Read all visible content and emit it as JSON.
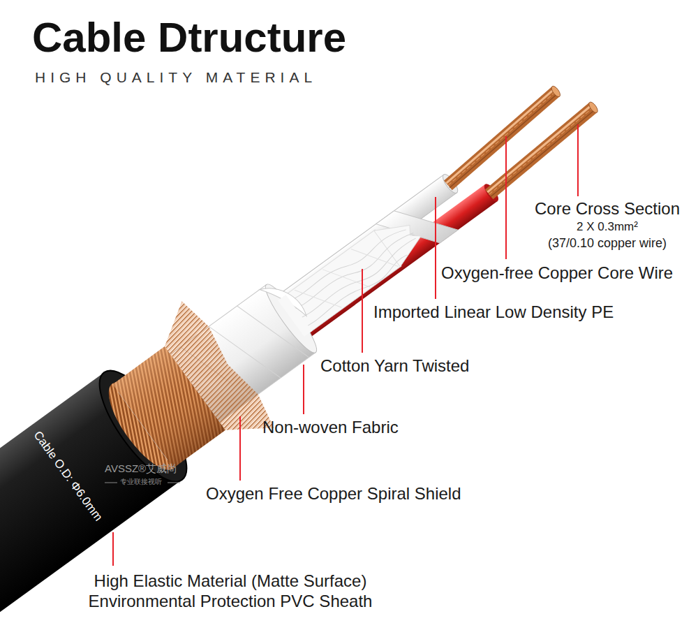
{
  "diagram": {
    "title": "Cable Dtructure",
    "labels": [
      "HIGH QUALITY MATERIAL",
      "Core Cross Section",
      "2 X 0.3mm²",
      "(37/0.10 copper wire)",
      "Oxygen-free Copper Core Wire",
      "Imported Linear Low Density PE",
      "Cotton Yarn Twisted",
      "Non-woven Fabric",
      "Oxygen Free Copper Spiral Shield",
      "Cable O.D: Φ6.0mm",
      "AVSSZ®艾威尚",
      "专业联接视听",
      "High Elastic Material (Matte Surface) Environmental Protection PVC Sheath"
    ]
  }
}
